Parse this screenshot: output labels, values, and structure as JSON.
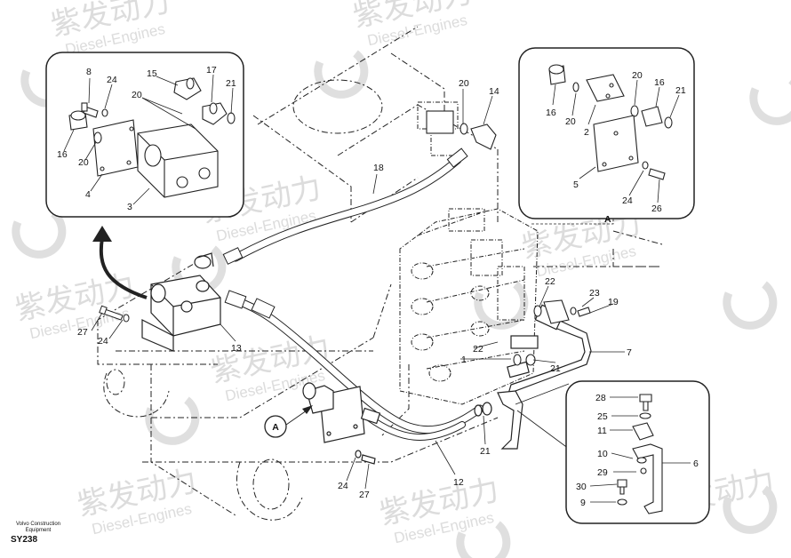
{
  "watermark": {
    "brand_cn": "紫发动力",
    "brand_en": "Diesel-Engines"
  },
  "caption": {
    "maker_line1": "Volvo Construction",
    "maker_line2": "Equipment",
    "code": "SY238"
  },
  "view_label": "A",
  "callouts": {
    "detail_left": [
      "8",
      "24",
      "15",
      "17",
      "20",
      "21",
      "16",
      "20",
      "4",
      "3"
    ],
    "detail_right": [
      "16",
      "20",
      "20",
      "16",
      "21",
      "2",
      "5",
      "24",
      "26"
    ],
    "main": [
      "20",
      "14",
      "18",
      "22",
      "23",
      "19",
      "7",
      "22",
      "1",
      "21",
      "27",
      "24",
      "13",
      "12",
      "21",
      "24",
      "27"
    ],
    "bracket": [
      "28",
      "25",
      "11",
      "10",
      "29",
      "30",
      "6",
      "9"
    ]
  }
}
